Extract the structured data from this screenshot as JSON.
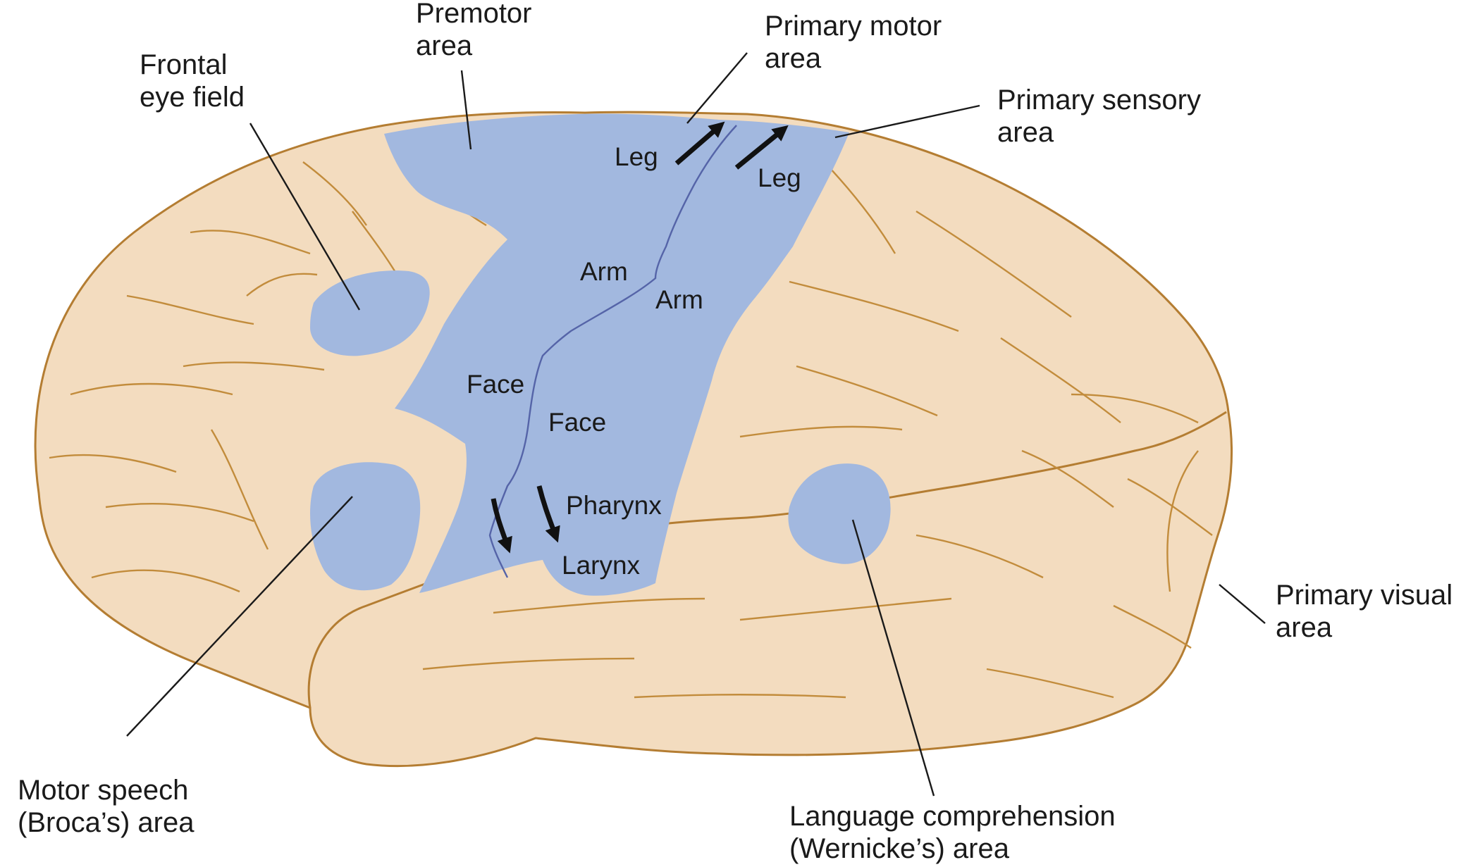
{
  "colors": {
    "cortex_fill": "#f3dcbf",
    "cortex_outline": "#b47d32",
    "gyrus_line": "#c28c3c",
    "functional_area": "#a2b8df",
    "sulcus_line": "#5564a8",
    "leader_line": "#1a1a1a",
    "arrow": "#111111"
  },
  "labels": {
    "premotor": [
      "Premotor",
      "area"
    ],
    "primary_motor": [
      "Primary motor",
      "area"
    ],
    "frontal_eye": [
      "Frontal",
      "eye field"
    ],
    "primary_sensory": [
      "Primary sensory",
      "area"
    ],
    "primary_visual": [
      "Primary visual",
      "area"
    ],
    "broca": [
      "Motor speech",
      "(Broca’s) area"
    ],
    "wernicke": [
      "Language comprehension",
      "(Wernicke’s) area"
    ]
  },
  "somatotopy": {
    "motor_leg": "Leg",
    "sensory_leg": "Leg",
    "motor_arm": "Arm",
    "sensory_arm": "Arm",
    "motor_face": "Face",
    "sensory_face": "Face",
    "pharynx": "Pharynx",
    "larynx": "Larynx"
  }
}
